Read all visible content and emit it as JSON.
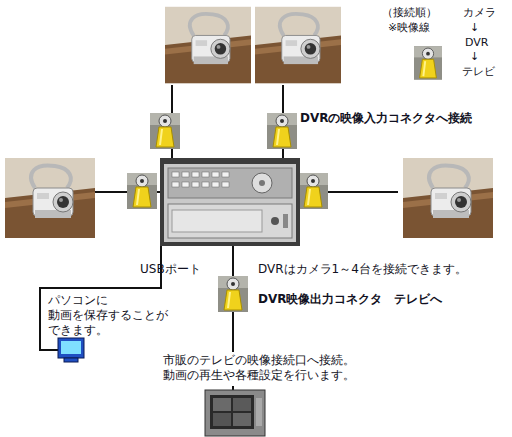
{
  "diagram": {
    "labels": [
      "（接続順）",
      "※映像線",
      "カメラ",
      "↓",
      "DVR",
      "↓",
      "テレビ",
      "DVRの映像入力コネクタへ接続",
      "DVRはカメラ1～4台を接続できます。",
      "USBポート",
      "DVR映像出力コネクタ　テレビへ",
      "パソコンに 動画を保存することが できます。",
      "市販のテレビの映像接続口へ接続。 動画の再生や各種設定を行います。"
    ]
  }
}
